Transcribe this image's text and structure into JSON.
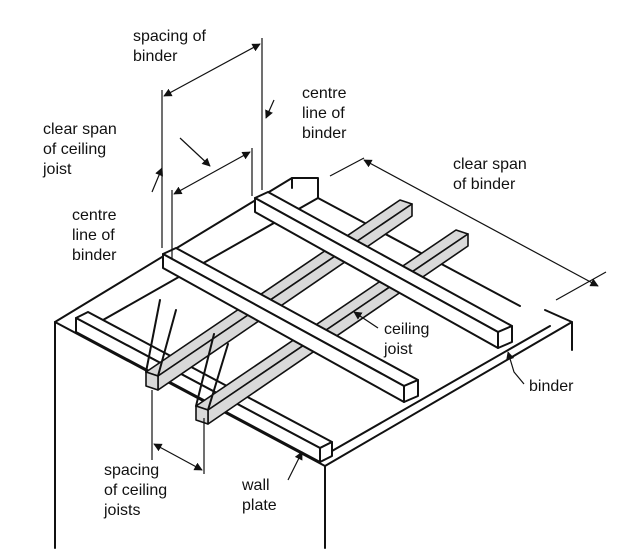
{
  "labels": {
    "spacing_of_binder": [
      "spacing of",
      "binder"
    ],
    "centre_line_of_binder_right": [
      "centre",
      "line of",
      "binder"
    ],
    "clear_span_of_ceiling_joist": [
      "clear span",
      "of ceiling",
      "joist"
    ],
    "centre_line_of_binder_left": [
      "centre",
      "line of",
      "binder"
    ],
    "clear_span_of_binder": [
      "clear span",
      "of binder"
    ],
    "ceiling_joist": [
      "ceiling",
      "joist"
    ],
    "binder": [
      "binder"
    ],
    "spacing_of_ceiling_joists": [
      "spacing",
      "of ceiling",
      "joists"
    ],
    "wall_plate": [
      "wall",
      "plate"
    ]
  }
}
